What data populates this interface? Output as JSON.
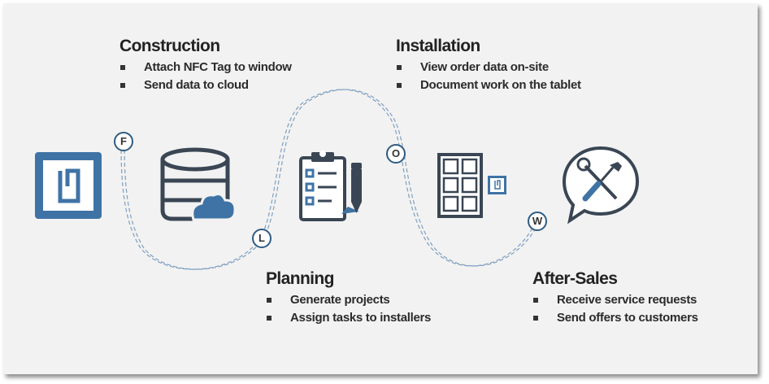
{
  "sections": {
    "construction": {
      "title": "Construction",
      "items": [
        "Attach NFC Tag to window",
        "Send data to cloud"
      ]
    },
    "installation": {
      "title": "Installation",
      "items": [
        "View order data on-site",
        "Document work on the tablet"
      ]
    },
    "planning": {
      "title": "Planning",
      "items": [
        "Generate projects",
        "Assign tasks to installers"
      ]
    },
    "after_sales": {
      "title": "After-Sales",
      "items": [
        "Receive service requests",
        "Send offers to customers"
      ]
    }
  },
  "badges": {
    "f": "F",
    "l": "L",
    "o": "O",
    "w": "W"
  },
  "icons": [
    "nfc-tag-icon",
    "cloud-database-icon",
    "clipboard-checklist-icon",
    "window-with-nfc-tag-icon",
    "service-tools-speech-icon"
  ],
  "colors": {
    "accent": "#3f73a5",
    "dark": "#3a4654",
    "path": "#7f9fbf",
    "badge_border": "#2e5b82",
    "background": "#f2f2f2"
  }
}
